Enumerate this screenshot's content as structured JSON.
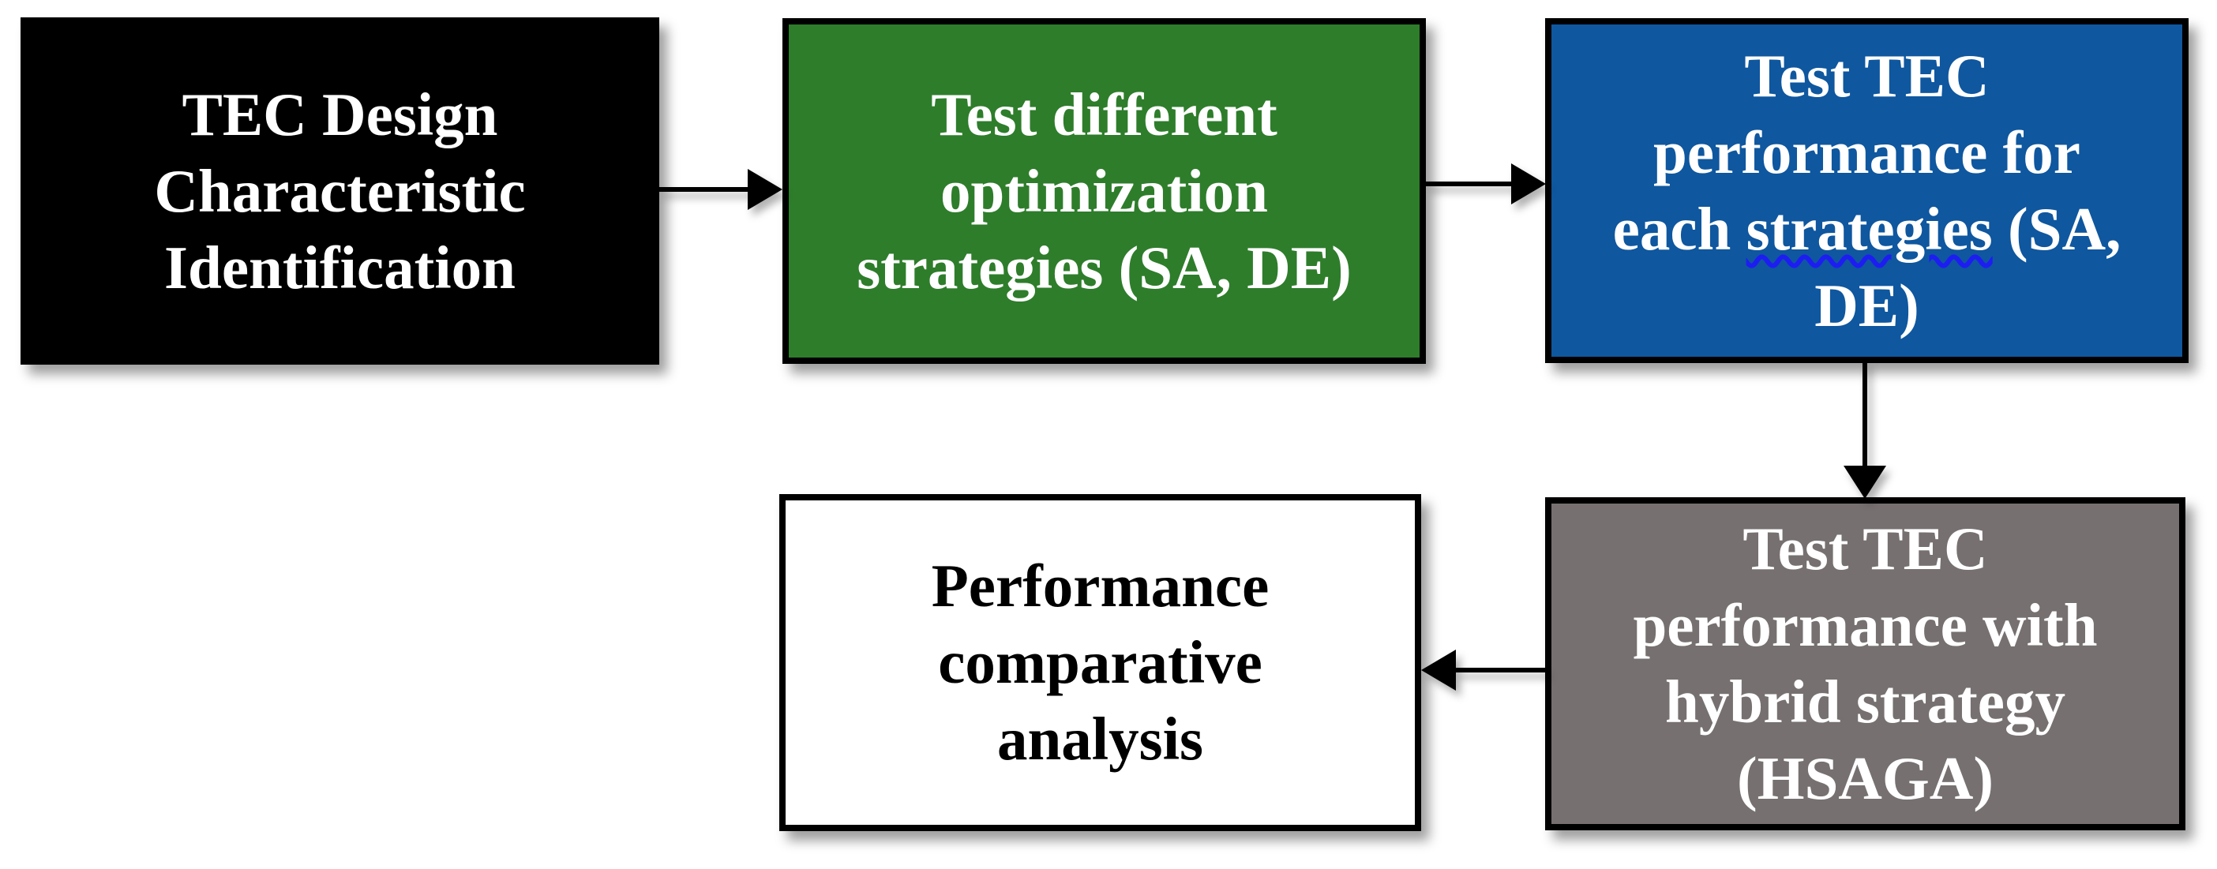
{
  "figure": {
    "type": "flowchart",
    "background": "#ffffff",
    "colors": {
      "step1_fill": "#000000",
      "step2_fill": "#2e7d2b",
      "step3_fill": "#0f579f",
      "step4_fill": "#767070",
      "step5_fill": "#ffffff",
      "border": "#000000",
      "text_light": "#ffffff",
      "text_dark": "#000000",
      "spellcheck_squiggle": "#1d1df2"
    },
    "boxes": {
      "tec_design": {
        "full_text": "TEC Design Characteristic Identification",
        "lines": [
          "TEC Design",
          "Characteristic",
          "Identification"
        ]
      },
      "test_strategies": {
        "full_text": "Test different optimization strategies (SA, DE)",
        "lines": [
          "Test different",
          "optimization",
          "strategies (SA, DE)"
        ]
      },
      "test_each": {
        "full_text": "Test TEC performance for each strategies (SA, DE)",
        "line1": "Test TEC",
        "line2": "performance for",
        "line3_prefix": "each",
        "line3_underlined": "strategies",
        "line3_suffix": "(SA,",
        "line4": "DE)"
      },
      "test_hybrid": {
        "full_text": "Test TEC performance with hybrid strategy (HSAGA)",
        "lines": [
          "Test TEC",
          "performance with",
          "hybrid strategy",
          "(HSAGA)"
        ]
      },
      "comparative": {
        "full_text": "Performance comparative analysis",
        "lines": [
          "Performance",
          "comparative",
          "analysis"
        ]
      }
    },
    "arrows": [
      {
        "from": "tec_design",
        "to": "test_strategies",
        "direction": "right"
      },
      {
        "from": "test_strategies",
        "to": "test_each",
        "direction": "right"
      },
      {
        "from": "test_each",
        "to": "test_hybrid",
        "direction": "down"
      },
      {
        "from": "test_hybrid",
        "to": "comparative",
        "direction": "left"
      }
    ]
  }
}
